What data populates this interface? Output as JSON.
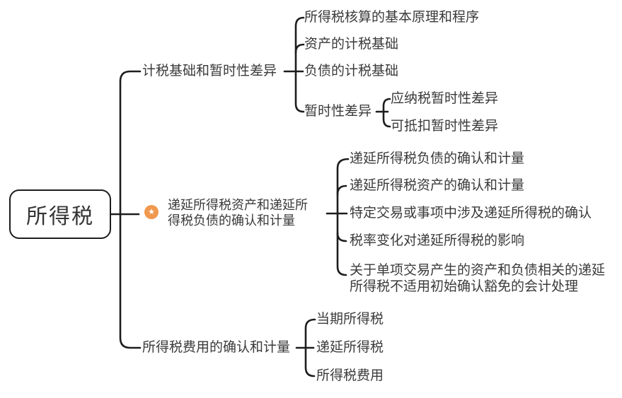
{
  "colors": {
    "background": "#ffffff",
    "line": "#1d1d1d",
    "text": "#3a3a3a",
    "marker_orange": "#F0984E"
  },
  "root": {
    "label": "所得税"
  },
  "branches": [
    {
      "label": "计税基础和暂时性差异",
      "children": [
        {
          "label": "所得税核算的基本原理和程序"
        },
        {
          "label": "资产的计税基础"
        },
        {
          "label": "负债的计税基础"
        },
        {
          "label": "暂时性差异",
          "children": [
            {
              "label": "应纳税暂时性差异"
            },
            {
              "label": "可抵扣暂时性差异"
            }
          ]
        }
      ]
    },
    {
      "label": "递延所得税资产和递延所得税负债的确认和计量",
      "marker": {
        "name": "star-icon",
        "glyph": "★",
        "color": "#F0984E"
      },
      "children": [
        {
          "label": "递延所得税负债的确认和计量"
        },
        {
          "label": "递延所得税资产的确认和计量"
        },
        {
          "label": "特定交易或事项中涉及递延所得税的确认"
        },
        {
          "label": "税率变化对递延所得税的影响"
        },
        {
          "label": "关于单项交易产生的资产和负债相关的递延所得税不适用初始确认豁免的会计处理"
        }
      ]
    },
    {
      "label": "所得税费用的确认和计量",
      "children": [
        {
          "label": "当期所得税"
        },
        {
          "label": "递延所得税"
        },
        {
          "label": "所得税费用"
        }
      ]
    }
  ]
}
